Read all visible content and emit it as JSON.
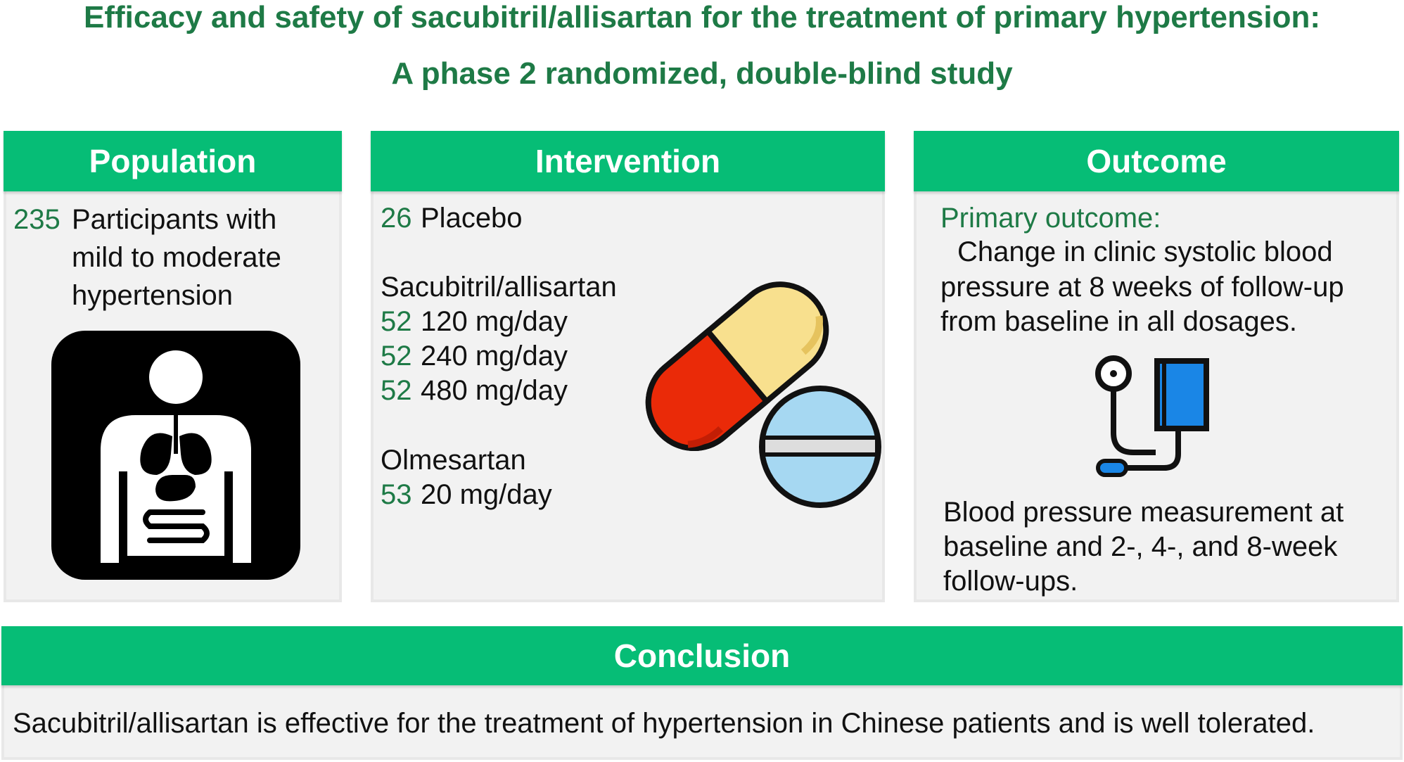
{
  "title": {
    "line1": "Efficacy and safety of sacubitril/allisartan for the treatment of primary hypertension:",
    "line2": "A phase 2 randomized, double-blind study"
  },
  "population": {
    "heading": "Population",
    "count": "235",
    "line1": "Participants with",
    "line2": "mild to moderate",
    "line3": "hypertension",
    "icon": "human-organs-icon"
  },
  "intervention": {
    "heading": "Intervention",
    "placebo": {
      "count": "26",
      "label": "Placebo"
    },
    "drug1": {
      "name": "Sacubitril/allisartan",
      "doses": [
        {
          "count": "52",
          "dose": "120 mg/day"
        },
        {
          "count": "52",
          "dose": "240 mg/day"
        },
        {
          "count": "52",
          "dose": "480 mg/day"
        }
      ]
    },
    "drug2": {
      "name": "Olmesartan",
      "doses": [
        {
          "count": "53",
          "dose": "20 mg/day"
        }
      ]
    },
    "icon": "pills-icon"
  },
  "outcome": {
    "heading": "Outcome",
    "primary_label": "Primary outcome:",
    "primary_lines": [
      "Change in clinic systolic blood",
      "pressure at 8 weeks of follow-up",
      "from baseline in all dosages."
    ],
    "measure_lines": [
      "Blood pressure measurement at",
      "baseline and 2-, 4-, and 8-week",
      "follow-ups."
    ],
    "icon": "blood-pressure-monitor-icon"
  },
  "conclusion": {
    "heading": "Conclusion",
    "text": "Sacubitril/allisartan is effective for the treatment of hypertension in Chinese patients and is well tolerated."
  },
  "colors": {
    "header_green": "#06bd76",
    "text_green": "#1e7a46"
  }
}
